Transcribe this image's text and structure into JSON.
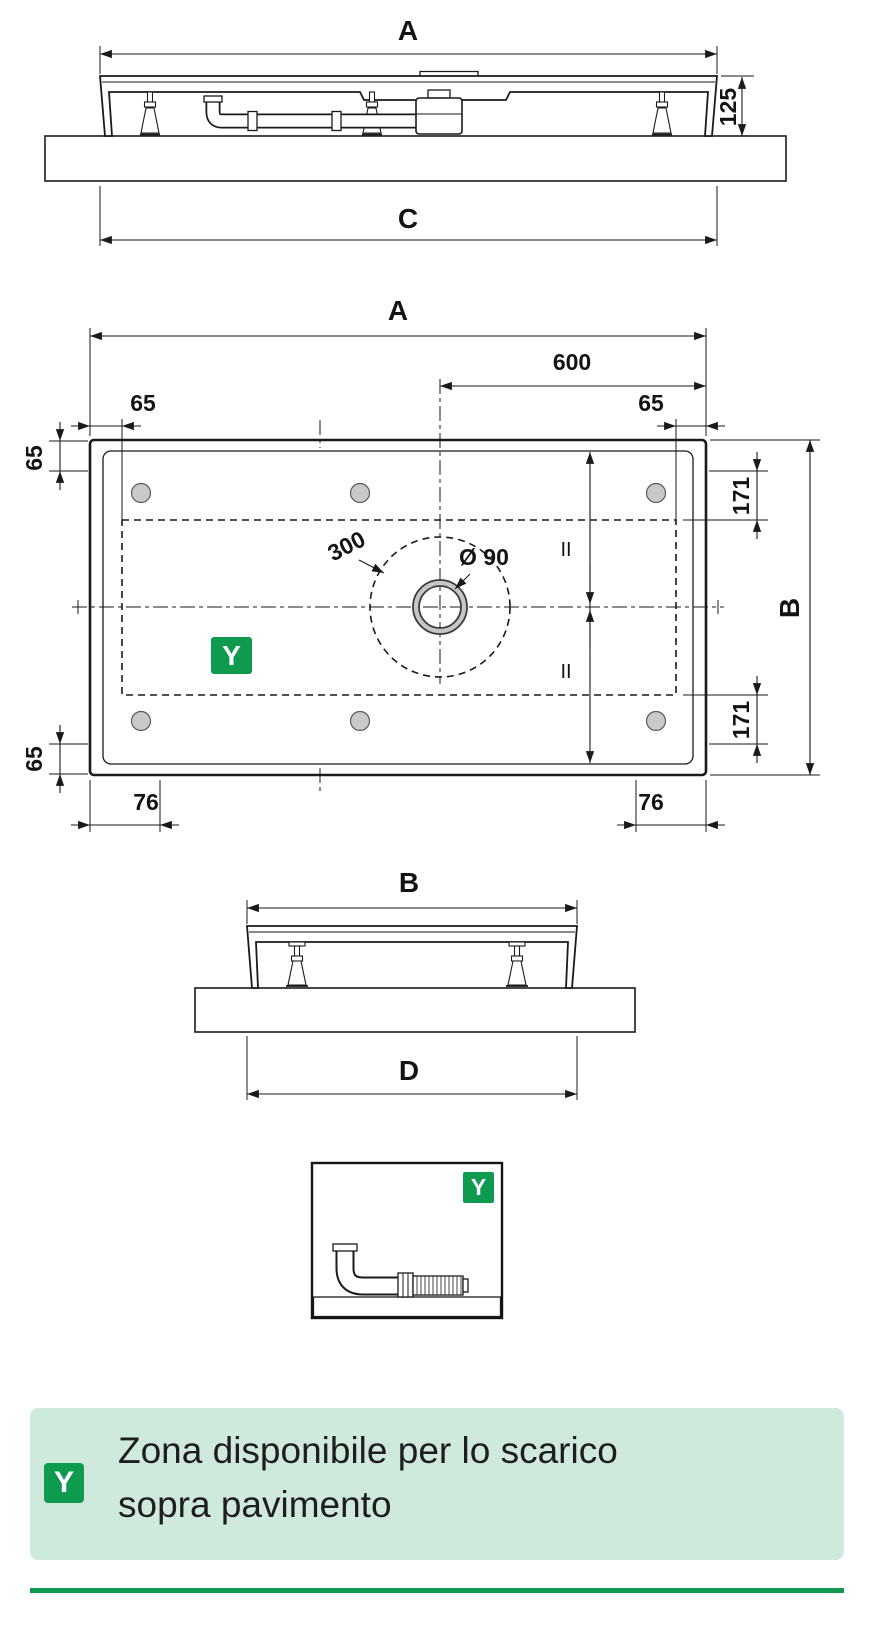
{
  "colors": {
    "badge_green": "#0f9b4f",
    "zone_green": "#c9e6d5",
    "legend_green": "#cfe9dc",
    "floor_gray": "#d8d8d8"
  },
  "side_view": {
    "dim_width_top": "A",
    "dim_height_right": "125",
    "dim_width_bottom": "C"
  },
  "plan_view": {
    "dim_width_top": "A",
    "dim_drain_offset": "600",
    "dim_edge_top_left": "65",
    "dim_edge_top_right": "65",
    "dim_edge_left_top": "65",
    "dim_edge_left_bottom": "65",
    "dim_right_top": "171",
    "dim_right_bottom": "171",
    "dim_height_right": "B",
    "dim_foot_bottom_left": "76",
    "dim_foot_bottom_right": "76",
    "dim_drain_diameter": "Ø 90",
    "dim_clear_circle": "300",
    "equal_mark_upper": "II",
    "equal_mark_lower": "II",
    "zone_badge": "Y"
  },
  "end_view": {
    "dim_width_top": "B",
    "dim_width_bottom": "D"
  },
  "detail_view": {
    "zone_badge": "Y"
  },
  "legend": {
    "badge": "Y",
    "line1": "Zona disponibile per lo scarico",
    "line2": "sopra pavimento"
  }
}
